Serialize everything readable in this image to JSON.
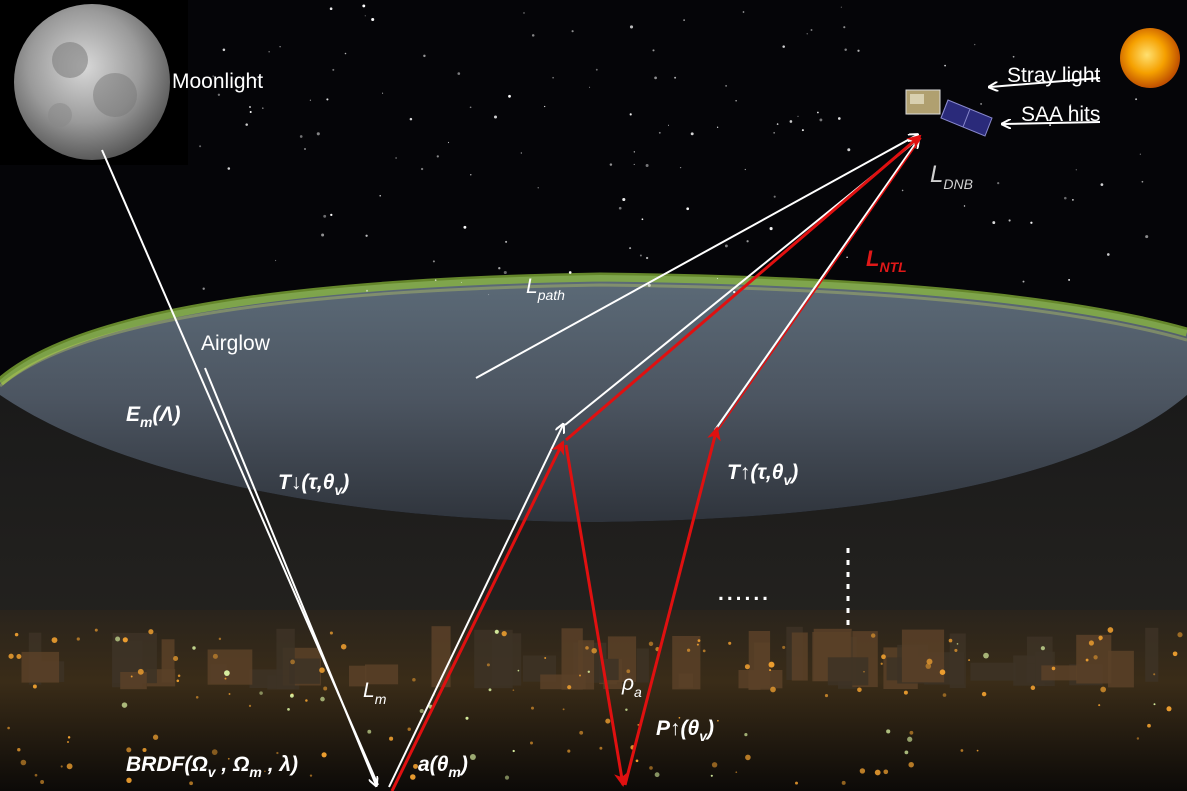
{
  "labels": {
    "moonlight": "Moonlight",
    "stray_light": "Stray light",
    "saa_hits": "SAA hits",
    "airglow": "Airglow",
    "l_dnb": {
      "main": "L",
      "sub": "DNB"
    },
    "l_ntl": {
      "main": "L",
      "sub": "NTL"
    },
    "l_path": {
      "main": "L",
      "sub": "path"
    },
    "l_m": {
      "main": "L",
      "sub": "m"
    },
    "e_m": {
      "main": "E",
      "sub": "m",
      "rest": "(Λ)"
    },
    "t_down": {
      "main": "T↓(τ,",
      "theta": "θ",
      "sub": "v",
      "rest": ")"
    },
    "t_up": {
      "main": "T↑(τ,",
      "theta": "θ",
      "sub": "v",
      "rest": ")"
    },
    "rho_a": {
      "main": "ρ",
      "sub": "a"
    },
    "p_up": {
      "main": "P↑(",
      "theta": "θ",
      "sub": "v",
      "rest": ")"
    },
    "a_theta": {
      "main": "a(",
      "theta": "θ",
      "sub": "m",
      "rest": ")"
    },
    "brdf": {
      "pre": "BRDF(Ω",
      "sub1": "v",
      "mid": " , Ω",
      "sub2": "m",
      "rest": " , λ)"
    },
    "dots": "......"
  },
  "colors": {
    "sky": "#050508",
    "ray_white": "#ffffff",
    "ray_red": "#e01010",
    "ntl_label": "#e01818",
    "airglow": "#8fbf3a",
    "sun": "#f5a000",
    "city_lights": "#f0a030"
  },
  "icons": {
    "moon": "moon-icon",
    "sun": "sun-icon",
    "satellite": "satellite-icon"
  }
}
